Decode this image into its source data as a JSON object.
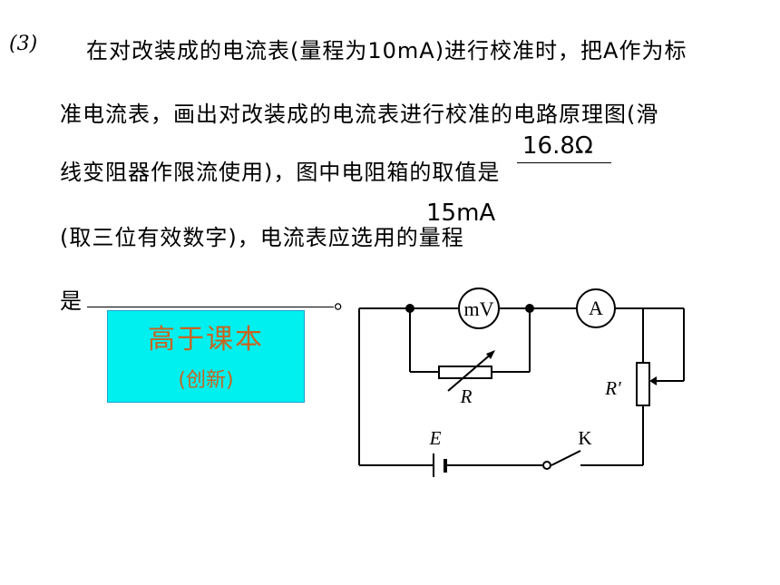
{
  "question": {
    "number": "(3)",
    "line1": "在对改装成的电流表(量程为10mA)进行校准时，把A作为标",
    "line2": "准电流表，画出对改装成的电流表进行校准的电路原理图(滑",
    "line3": "线变阻器作限流使用)，图中电阻箱的取值是",
    "line4": "(取三位有效数字)，电流表应选用的量程",
    "line5_prefix": "是",
    "line5_suffix": "。"
  },
  "answers": {
    "resistance": "16.8Ω",
    "range": "15mA"
  },
  "badge": {
    "title": "高于课本",
    "subtitle": "(创新)"
  },
  "circuit": {
    "millivoltmeter": "mV",
    "ammeter": "A",
    "resistor_box": "R",
    "rheostat": "R′",
    "battery": "E",
    "switch": "K"
  }
}
